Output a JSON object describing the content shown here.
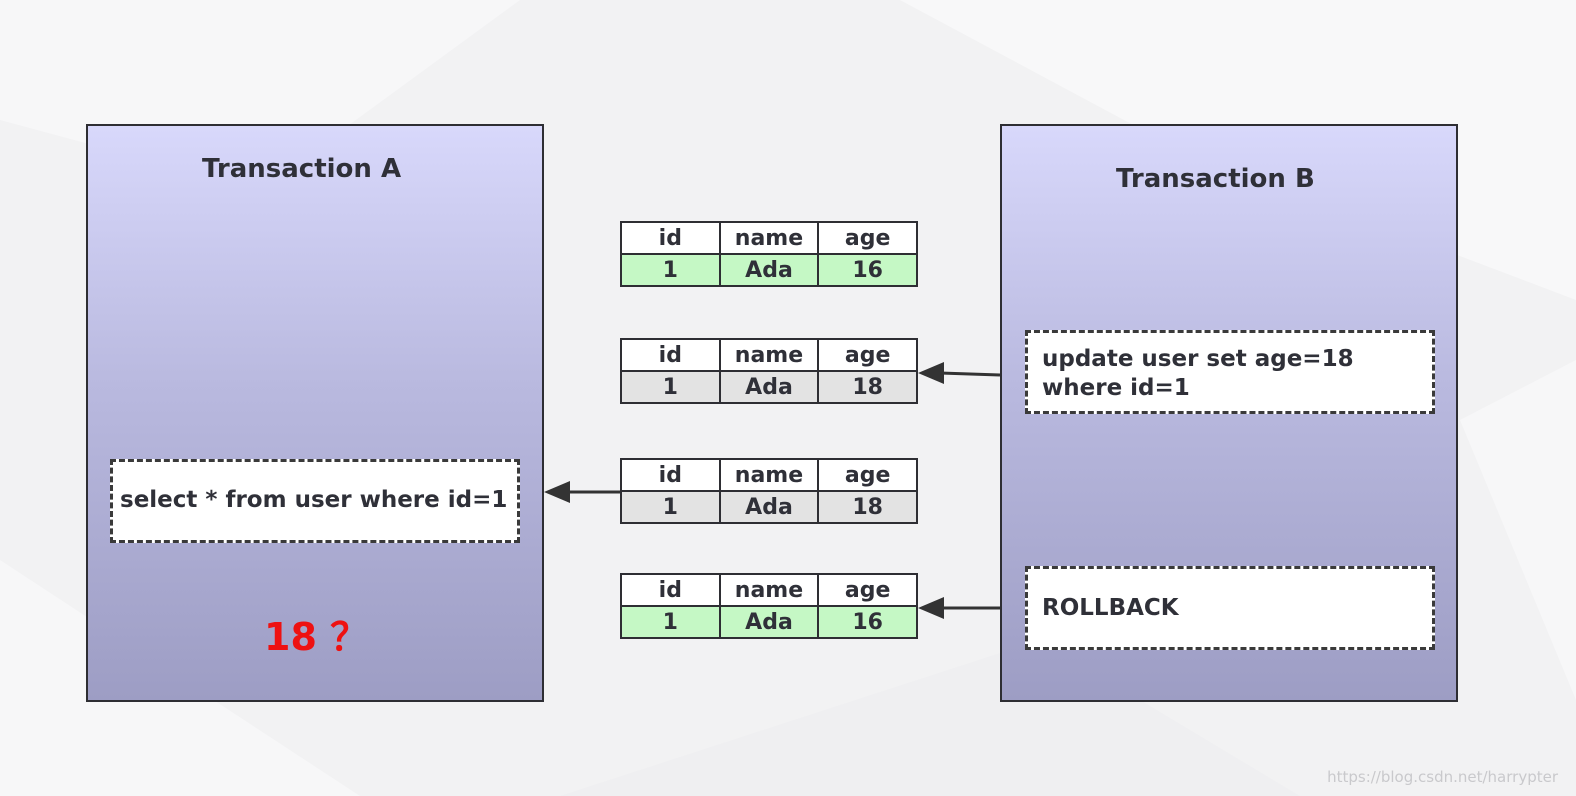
{
  "transaction_a": {
    "title": "Transaction A",
    "query": "select * from user where id=1",
    "result": "18 ？"
  },
  "transaction_b": {
    "title": "Transaction B",
    "update_statement": "update user set age=18 where id=1",
    "rollback_statement": "ROLLBACK"
  },
  "table_headers": [
    "id",
    "name",
    "age"
  ],
  "table_states": [
    {
      "id": "1",
      "name": "Ada",
      "age": "16",
      "row_color": "#c5f8c5"
    },
    {
      "id": "1",
      "name": "Ada",
      "age": "18",
      "row_color": "#e3e3e3"
    },
    {
      "id": "1",
      "name": "Ada",
      "age": "18",
      "row_color": "#e3e3e3"
    },
    {
      "id": "1",
      "name": "Ada",
      "age": "16",
      "row_color": "#c5f8c5"
    }
  ],
  "colors": {
    "panel_top": "#d8d8fb",
    "panel_bottom": "#9d9dc4",
    "committed_row": "#c5f8c5",
    "uncommitted_row": "#e3e3e3",
    "result_text": "#ee1111"
  },
  "watermark": "https://blog.csdn.net/harrypter"
}
